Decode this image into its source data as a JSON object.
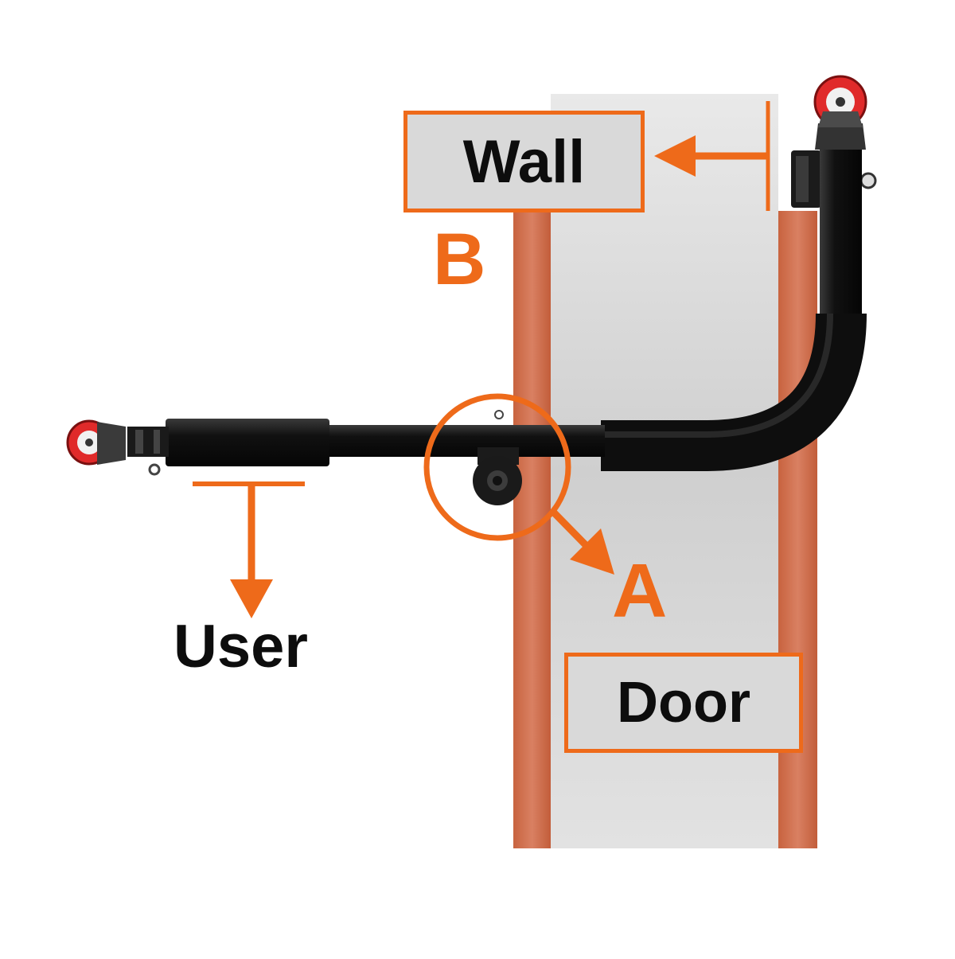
{
  "labels": {
    "wall": "Wall",
    "door": "Door",
    "user": "User",
    "a": "A",
    "b": "B"
  },
  "colors": {
    "accent": "#ee6a1a",
    "bar": "#151515",
    "wall_wood": "#c86b4a",
    "door_panel": "#d6d6d6",
    "wheel": "#e02a2a",
    "label_fill": "#d9d9d9"
  },
  "icons": {
    "arrow": "arrow-icon",
    "wheel": "wheel-icon",
    "callout_circle": "callout-circle"
  }
}
